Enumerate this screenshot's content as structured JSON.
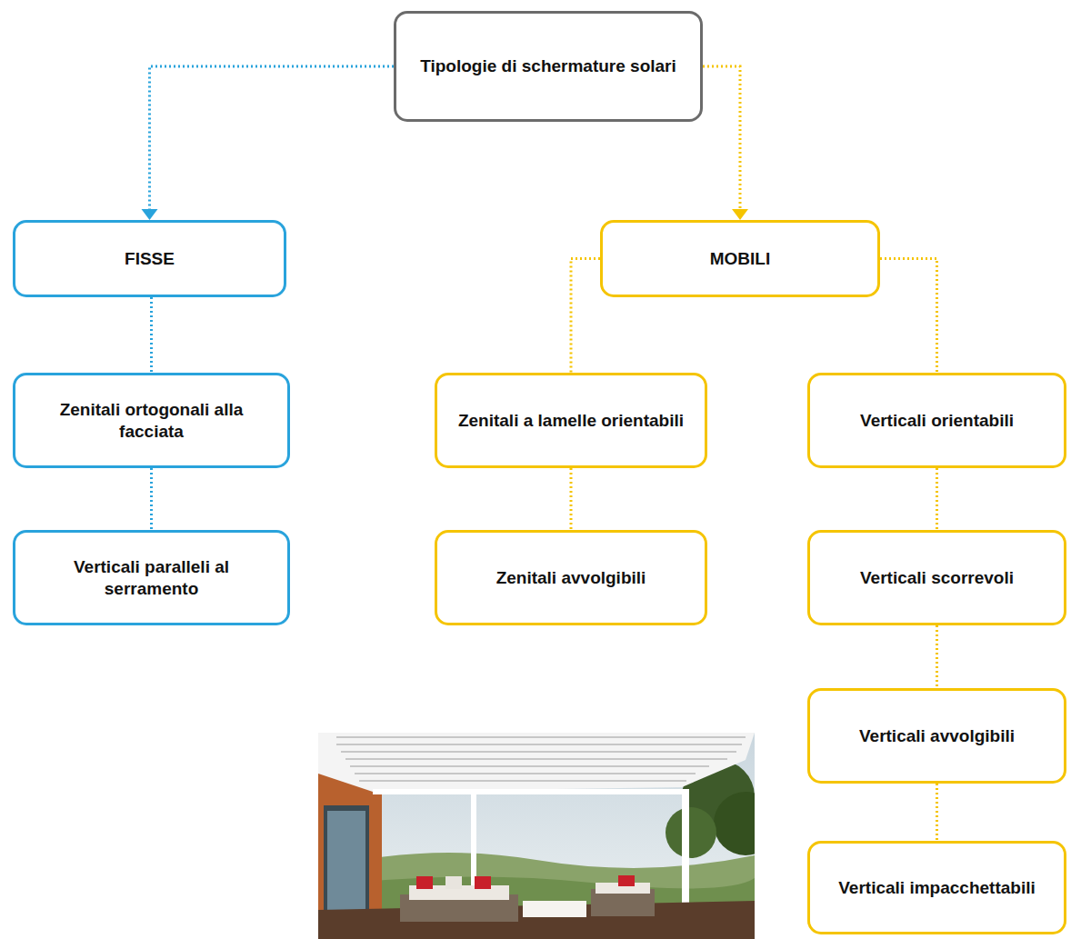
{
  "diagram": {
    "nodes": [
      {
        "text": [
          "Tipologie di schermature solari"
        ]
      },
      {
        "text": [
          "FISSE"
        ]
      },
      {
        "text": [
          "Zenitali ortogonali alla facciata"
        ]
      },
      {
        "text": [
          "Verticali paralleli al serramento"
        ]
      },
      {
        "text": [
          "MOBILI"
        ]
      },
      {
        "text": [
          "Zenitali a lamelle orientabili"
        ]
      },
      {
        "text": [
          "Zenitali avvolgibili"
        ]
      },
      {
        "text": [
          "Verticali orientabili"
        ]
      },
      {
        "text": [
          "Verticali scorrevoli"
        ]
      },
      {
        "text": [
          "Verticali avvolgibili"
        ]
      },
      {
        "text": [
          "Verticali impacchettabili"
        ]
      }
    ],
    "edges": [
      {
        "from": 0,
        "to": 1,
        "arrow": "to"
      },
      {
        "from": 1,
        "to": 2,
        "arrow": "none"
      },
      {
        "from": 2,
        "to": 3,
        "arrow": "none"
      },
      {
        "from": 0,
        "to": 4,
        "arrow": "to"
      },
      {
        "from": 4,
        "to": 5,
        "arrow": "none"
      },
      {
        "from": 5,
        "to": 6,
        "arrow": "none"
      },
      {
        "from": 4,
        "to": 7,
        "arrow": "none"
      },
      {
        "from": 7,
        "to": 8,
        "arrow": "none"
      },
      {
        "from": 8,
        "to": 9,
        "arrow": "none"
      },
      {
        "from": 9,
        "to": 10,
        "arrow": "none"
      }
    ]
  }
}
